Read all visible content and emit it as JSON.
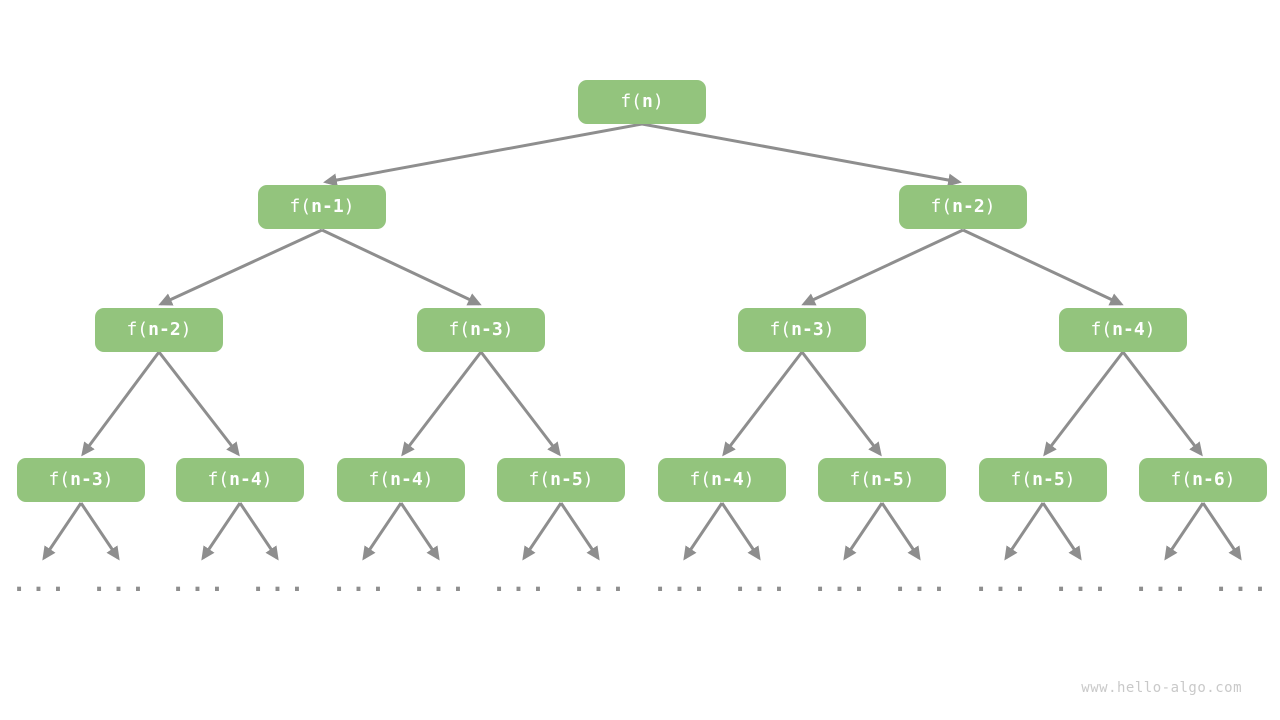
{
  "colors": {
    "node_fill": "#93c47d",
    "node_text": "#ffffff",
    "edge": "#8e8e8e",
    "watermark": "#c9c9c9"
  },
  "ellipsis": "...",
  "watermark": "www.hello-algo.com",
  "nodes": [
    {
      "pre": "f(",
      "bold": "n",
      "post": ")"
    },
    {
      "pre": "f(",
      "bold": "n-1",
      "post": ")"
    },
    {
      "pre": "f(",
      "bold": "n-2",
      "post": ")"
    },
    {
      "pre": "f(",
      "bold": "n-2",
      "post": ")"
    },
    {
      "pre": "f(",
      "bold": "n-3",
      "post": ")"
    },
    {
      "pre": "f(",
      "bold": "n-3",
      "post": ")"
    },
    {
      "pre": "f(",
      "bold": "n-4",
      "post": ")"
    },
    {
      "pre": "f(",
      "bold": "n-3",
      "post": ")"
    },
    {
      "pre": "f(",
      "bold": "n-4",
      "post": ")"
    },
    {
      "pre": "f(",
      "bold": "n-4",
      "post": ")"
    },
    {
      "pre": "f(",
      "bold": "n-5",
      "post": ")"
    },
    {
      "pre": "f(",
      "bold": "n-4",
      "post": ")"
    },
    {
      "pre": "f(",
      "bold": "n-5",
      "post": ")"
    },
    {
      "pre": "f(",
      "bold": "n-5",
      "post": ")"
    },
    {
      "pre": "f(",
      "bold": "n-6",
      "post": ")"
    }
  ]
}
